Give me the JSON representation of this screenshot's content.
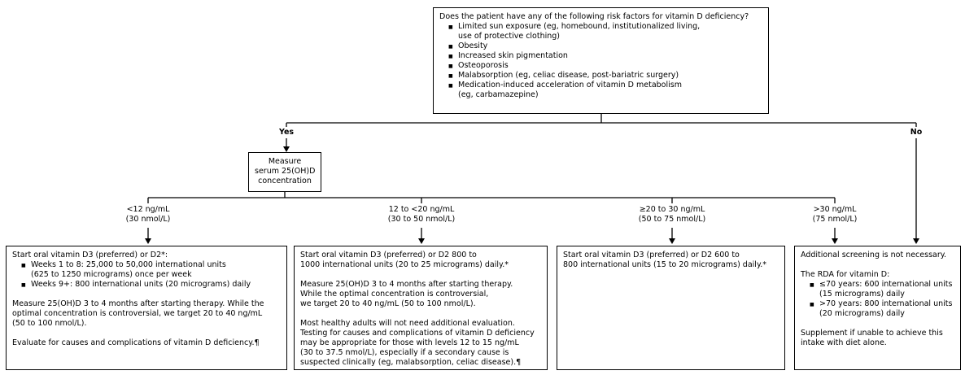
{
  "colors": {
    "border": "#000000",
    "background": "#ffffff",
    "text": "#000000"
  },
  "top_box": {
    "title": "Does the patient have any of the following risk factors for vitamin D deficiency?",
    "blocks": [
      {
        "type": "li",
        "lines": [
          "Limited sun exposure (eg, homebound, institutionalized living,",
          "use of protective clothing)"
        ]
      },
      {
        "type": "li",
        "lines": [
          "Obesity"
        ]
      },
      {
        "type": "li",
        "lines": [
          "Increased skin pigmentation"
        ]
      },
      {
        "type": "li",
        "lines": [
          "Osteoporosis"
        ]
      },
      {
        "type": "li",
        "lines": [
          "Malabsorption (eg, celiac disease, post-bariatric surgery)"
        ]
      },
      {
        "type": "li",
        "lines": [
          "Medication-induced acceleration of vitamin D metabolism",
          "(eg, carbamazepine)"
        ]
      }
    ]
  },
  "decision_labels": {
    "yes": "Yes",
    "no": "No"
  },
  "measure_box": {
    "lines": [
      "Measure",
      "serum 25(OH)D",
      "concentration"
    ]
  },
  "branches": [
    {
      "label_lines": [
        "<12 ng/mL",
        "(30 nmol/L)"
      ]
    },
    {
      "label_lines": [
        "12 to <20 ng/mL",
        "(30 to 50 nmol/L)"
      ]
    },
    {
      "label_lines": [
        "≥20 to 30 ng/mL",
        "(50 to 75 nmol/L)"
      ]
    },
    {
      "label_lines": [
        ">30 ng/mL",
        "(75 nmol/L)"
      ]
    }
  ],
  "result_boxes": [
    {
      "blocks": [
        {
          "type": "p",
          "lines": [
            "Start oral vitamin D3 (preferred) or D2*:"
          ]
        },
        {
          "type": "li",
          "lines": [
            "Weeks 1 to 8: 25,000 to 50,000 international units",
            "(625 to 1250 micrograms) once per week"
          ]
        },
        {
          "type": "li",
          "lines": [
            "Weeks 9+: 800 international units (20 micrograms) daily"
          ]
        },
        {
          "type": "p",
          "lines": [
            "Measure 25(OH)D 3 to 4 months after starting therapy. While the",
            "optimal concentration is controversial, we target 20 to 40 ng/mL",
            "(50 to 100 nmol/L)."
          ]
        },
        {
          "type": "p",
          "lines": [
            "Evaluate for causes and complications of vitamin D deficiency.¶"
          ]
        }
      ]
    },
    {
      "blocks": [
        {
          "type": "p",
          "lines": [
            "Start oral vitamin D3 (preferred) or D2 800 to",
            "1000 international units (20 to 25 micrograms) daily.*"
          ]
        },
        {
          "type": "p",
          "lines": [
            "Measure 25(OH)D 3 to 4 months after starting therapy.",
            "While the optimal concentration is controversial,",
            "we target 20 to 40 ng/mL (50 to 100 nmol/L)."
          ]
        },
        {
          "type": "p",
          "lines": [
            "Most healthy adults will not need additional evaluation.",
            "Testing for causes and complications of vitamin D deficiency",
            "may be appropriate for those with levels 12 to 15 ng/mL",
            "(30 to 37.5 nmol/L), especially if a secondary cause is",
            "suspected clinically (eg, malabsorption, celiac disease).¶"
          ]
        }
      ]
    },
    {
      "blocks": [
        {
          "type": "p",
          "lines": [
            "Start oral vitamin D3 (preferred) or D2 600 to",
            "800 international units (15 to 20 micrograms) daily.*"
          ]
        }
      ]
    },
    {
      "blocks": [
        {
          "type": "p",
          "lines": [
            "Additional screening is not necessary."
          ]
        },
        {
          "type": "p",
          "lines": [
            "The RDA for vitamin D:"
          ]
        },
        {
          "type": "li",
          "lines": [
            "≤70 years: 600 international units",
            "(15 micrograms) daily"
          ]
        },
        {
          "type": "li",
          "lines": [
            ">70 years: 800 international units",
            "(20 micrograms) daily"
          ]
        },
        {
          "type": "p",
          "lines": [
            "Supplement if unable to achieve this",
            "intake with diet alone."
          ]
        }
      ]
    }
  ]
}
